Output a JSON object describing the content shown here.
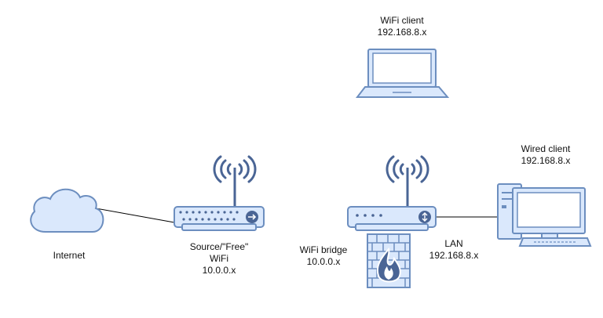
{
  "colors": {
    "device_fill": "#dae8fc",
    "device_stroke": "#6c8ebf",
    "icon_dark": "#4a6595",
    "firewall_flame": "#ffffff",
    "link": "#000000"
  },
  "nodes": {
    "internet": {
      "icon": "cloud-icon",
      "label": "Internet"
    },
    "source_router": {
      "icon": "wireless-router-icon",
      "line1": "Source/\"Free\"",
      "line2": "WiFi",
      "line3": "10.0.0.x"
    },
    "bridge": {
      "icon": "wireless-bridge-icon",
      "line1": "WiFi bridge",
      "line2": "10.0.0.x"
    },
    "firewall": {
      "icon": "firewall-icon"
    },
    "wifi_client": {
      "icon": "laptop-icon",
      "line1": "WiFi client",
      "line2": "192.168.8.x"
    },
    "wired_client": {
      "icon": "desktop-computer-icon",
      "line1": "Wired client",
      "line2": "192.168.8.x"
    },
    "lan": {
      "line1": "LAN",
      "line2": "192.168.8.x"
    }
  }
}
